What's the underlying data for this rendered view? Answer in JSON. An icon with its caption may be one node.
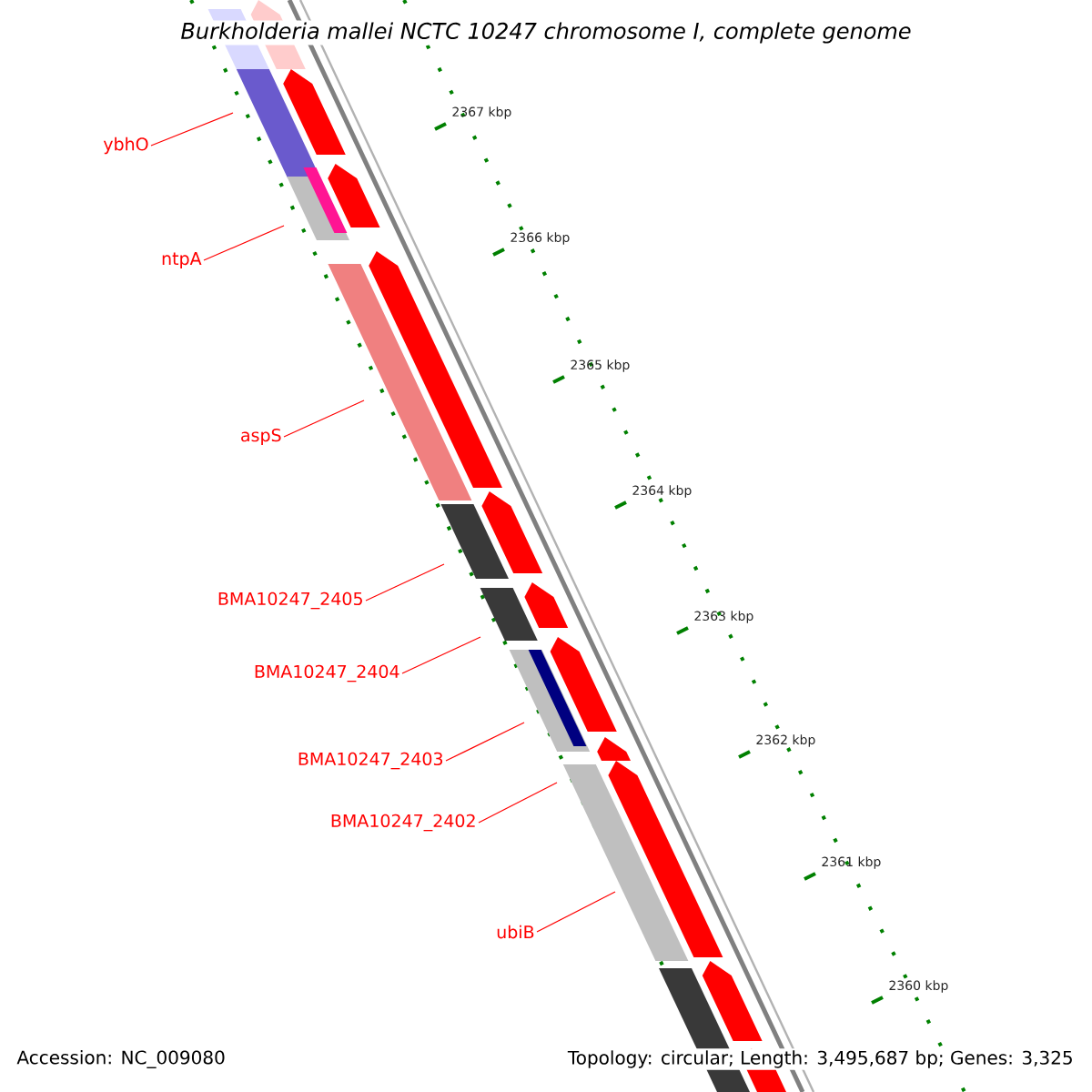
{
  "diagram": {
    "title": "Burkholderia mallei NCTC 10247 chromosome I, complete genome",
    "nodes": [
      {
        "text": [
          "ybhO"
        ]
      },
      {
        "text": [
          "ntpA"
        ]
      },
      {
        "text": [
          "aspS"
        ]
      },
      {
        "text": [
          "BMA10247_2405"
        ]
      },
      {
        "text": [
          "BMA10247_2404"
        ]
      },
      {
        "text": [
          "BMA10247_2403"
        ]
      },
      {
        "text": [
          "BMA10247_2402"
        ]
      },
      {
        "text": [
          "ubiB"
        ]
      }
    ],
    "edges": [
      {
        "from": 0,
        "to": null,
        "arrow": "none"
      },
      {
        "from": 1,
        "to": null,
        "arrow": "none"
      },
      {
        "from": 2,
        "to": null,
        "arrow": "none"
      },
      {
        "from": 3,
        "to": null,
        "arrow": "none"
      },
      {
        "from": 4,
        "to": null,
        "arrow": "none"
      },
      {
        "from": 5,
        "to": null,
        "arrow": "none"
      },
      {
        "from": 6,
        "to": null,
        "arrow": "none"
      },
      {
        "from": 7,
        "to": null,
        "arrow": "none"
      }
    ],
    "labels": [
      "2367 kbp",
      "2366 kbp",
      "2365 kbp",
      "2364 kbp",
      "2363 kbp",
      "2362 kbp",
      "2361 kbp",
      "2360 kbp",
      "Accession: NC_009080",
      "Topology: circular; Length: 3,495,687 bp; Genes: 3,325"
    ]
  }
}
